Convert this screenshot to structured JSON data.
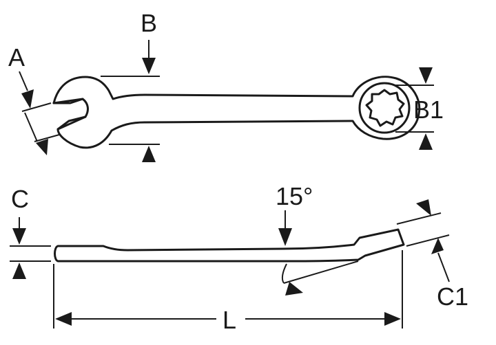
{
  "labels": {
    "a": "A",
    "b": "B",
    "b1": "B1",
    "c": "C",
    "c1": "C1",
    "l": "L",
    "angle": "15°"
  }
}
